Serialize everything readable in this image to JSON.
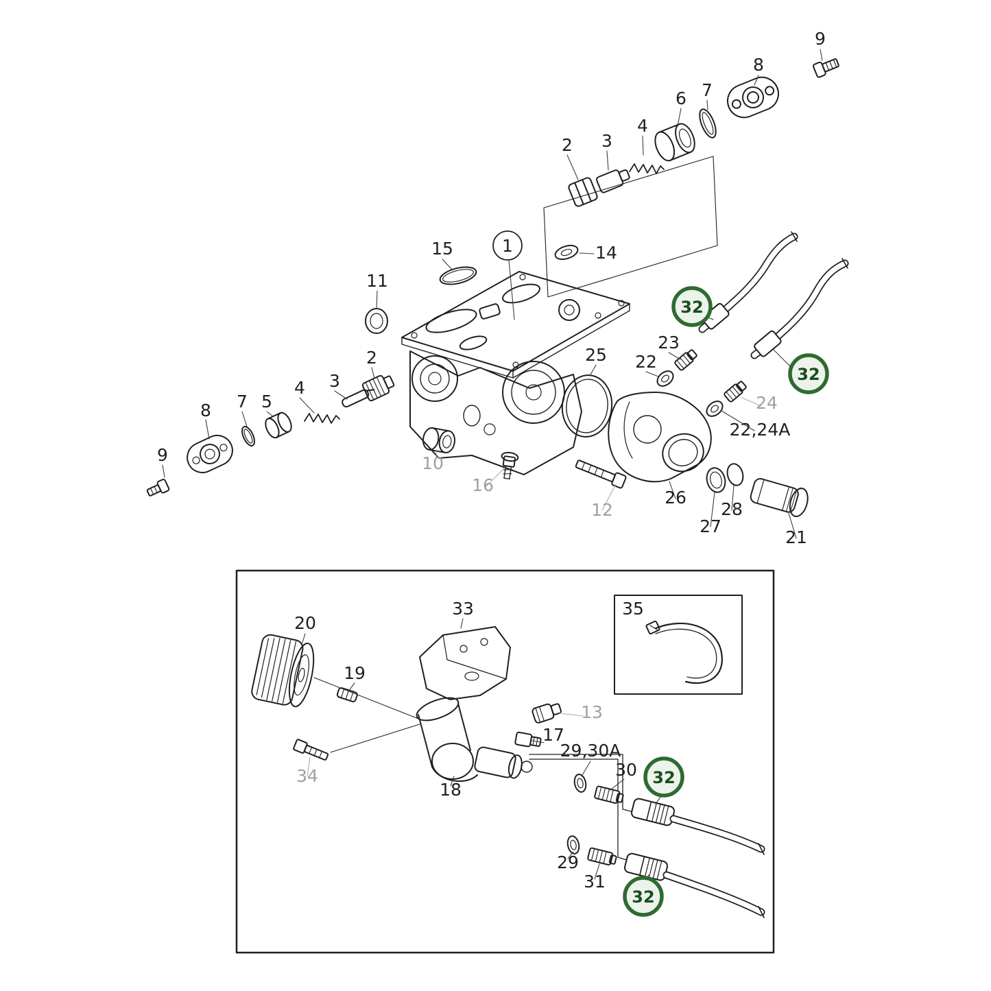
{
  "diagram": {
    "type": "exploded-parts-diagram",
    "background": "#ffffff",
    "colors": {
      "line": "#1f1f1f",
      "muted_label": "#a0a0a0",
      "highlight_ring": "#2e6b30",
      "highlight_fill": "#edf2eb",
      "highlight_text": "#184f1c"
    },
    "callout": {
      "text": "1"
    },
    "main_labels": [
      {
        "text": "9"
      },
      {
        "text": "8"
      },
      {
        "text": "7"
      },
      {
        "text": "6"
      },
      {
        "text": "4"
      },
      {
        "text": "3"
      },
      {
        "text": "2"
      },
      {
        "text": "14"
      },
      {
        "text": "15"
      },
      {
        "text": "11"
      },
      {
        "text": "2"
      },
      {
        "text": "25"
      },
      {
        "text": "23"
      },
      {
        "text": "22"
      },
      {
        "text": "24"
      },
      {
        "text": "22,24A"
      },
      {
        "text": "8"
      },
      {
        "text": "7"
      },
      {
        "text": "5"
      },
      {
        "text": "4"
      },
      {
        "text": "3"
      },
      {
        "text": "9"
      },
      {
        "text": "10"
      },
      {
        "text": "16"
      },
      {
        "text": "12"
      },
      {
        "text": "26"
      },
      {
        "text": "27"
      },
      {
        "text": "28"
      },
      {
        "text": "21"
      }
    ],
    "inset_labels": [
      {
        "text": "20"
      },
      {
        "text": "19"
      },
      {
        "text": "33"
      },
      {
        "text": "35"
      },
      {
        "text": "13"
      },
      {
        "text": "17"
      },
      {
        "text": "29,30A"
      },
      {
        "text": "30"
      },
      {
        "text": "18"
      },
      {
        "text": "34"
      },
      {
        "text": "29"
      },
      {
        "text": "31"
      }
    ],
    "highlights": [
      {
        "text": "32"
      },
      {
        "text": "32"
      },
      {
        "text": "32"
      },
      {
        "text": "32"
      }
    ]
  }
}
